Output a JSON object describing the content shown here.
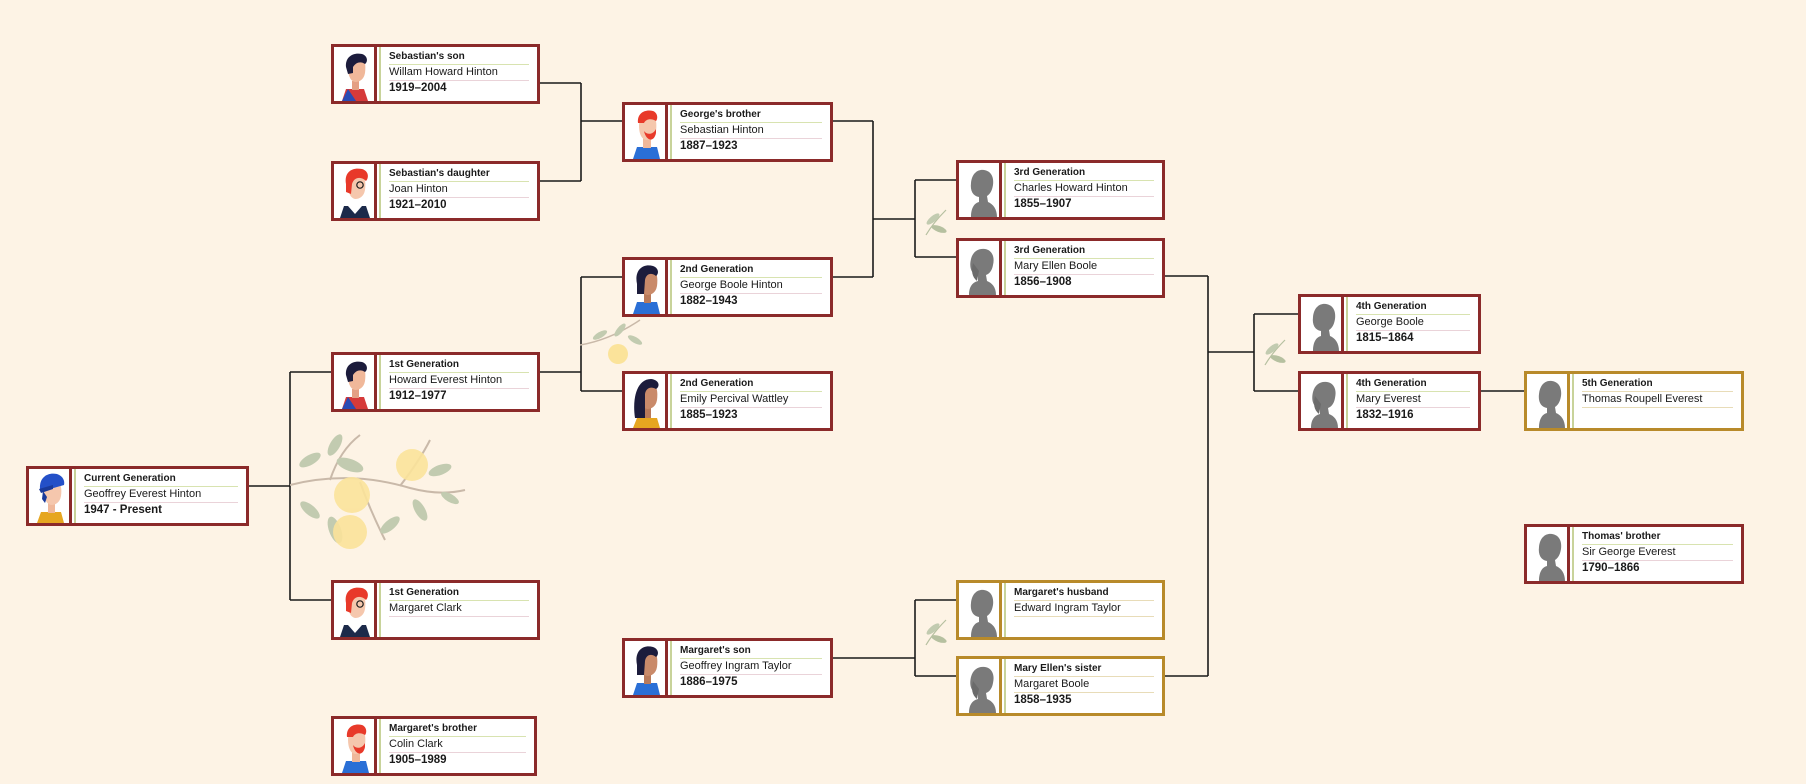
{
  "colors": {
    "background": "#fdf3e5",
    "card_border": "#8b2a2a",
    "card_border_alt": "#b88a2a",
    "connector": "#1a1a1a"
  },
  "cards": [
    {
      "key": "geoffrey-everest-hinton",
      "title": "Current Generation",
      "name": "Geoffrey Everest Hinton",
      "years": "1947 - Present",
      "portrait": "boy-blue-cap-icon"
    },
    {
      "key": "howard-everest-hinton",
      "title": "1st Generation",
      "name": "Howard Everest Hinton",
      "years": "1912–1977",
      "portrait": "man-dark-hair-icon"
    },
    {
      "key": "margaret-clark",
      "title": "1st Generation",
      "name": "Margaret Clark",
      "years": "",
      "portrait": "woman-red-hair-glasses-icon"
    },
    {
      "key": "colin-clark",
      "title": "Margaret's brother",
      "name": "Colin Clark",
      "years": "1905–1989",
      "portrait": "man-red-beard-icon"
    },
    {
      "key": "william-howard-hinton",
      "title": "Sebastian's son",
      "name": "Willam Howard Hinton",
      "years": "1919–2004",
      "portrait": "man-dark-hair-icon"
    },
    {
      "key": "joan-hinton",
      "title": "Sebastian's daughter",
      "name": "Joan Hinton",
      "years": "1921–2010",
      "portrait": "woman-red-hair-glasses-icon"
    },
    {
      "key": "sebastian-hinton",
      "title": "George's brother",
      "name": "Sebastian Hinton",
      "years": "1887–1923",
      "portrait": "man-red-beard-icon"
    },
    {
      "key": "george-boole-hinton",
      "title": "2nd Generation",
      "name": "George Boole Hinton",
      "years": "1882–1943",
      "portrait": "woman-dark-hair-icon"
    },
    {
      "key": "emily-percival-wattley",
      "title": "2nd Generation",
      "name": "Emily Percival  Wattley",
      "years": "1885–1923",
      "portrait": "woman-long-hair-icon"
    },
    {
      "key": "geoffrey-ingram-taylor",
      "title": "Margaret's son",
      "name": "Geoffrey Ingram Taylor",
      "years": "1886–1975",
      "portrait": "woman-dark-hair-icon"
    },
    {
      "key": "charles-howard-hinton",
      "title": "3rd Generation",
      "name": "Charles Howard Hinton",
      "years": "1855–1907",
      "portrait": "silhouette-man-icon"
    },
    {
      "key": "mary-ellen-boole",
      "title": "3rd Generation",
      "name": "Mary Ellen Boole",
      "years": "1856–1908",
      "portrait": "silhouette-woman-icon"
    },
    {
      "key": "edward-ingram-taylor",
      "title": "Margaret's husband",
      "name": "Edward Ingram Taylor",
      "years": "",
      "portrait": "silhouette-man-icon"
    },
    {
      "key": "margaret-boole",
      "title": "Mary Ellen's sister",
      "name": "Margaret Boole",
      "years": "1858–1935",
      "portrait": "silhouette-woman-icon"
    },
    {
      "key": "george-boole",
      "title": "4th Generation",
      "name": "George Boole",
      "years": "1815–1864",
      "portrait": "silhouette-man-icon"
    },
    {
      "key": "mary-everest",
      "title": "4th Generation",
      "name": "Mary Everest",
      "years": "1832–1916",
      "portrait": "silhouette-woman-icon"
    },
    {
      "key": "thomas-roupell-everest",
      "title": "5th Generation",
      "name": "Thomas Roupell Everest",
      "years": "",
      "portrait": "silhouette-man-icon"
    },
    {
      "key": "sir-george-everest",
      "title": "Thomas' brother",
      "name": "Sir George Everest",
      "years": "1790–1866",
      "portrait": "silhouette-man-icon"
    }
  ],
  "decorations": [
    "lemon-branch-icon",
    "small-branch-icon",
    "leaf-sprig-icon"
  ]
}
